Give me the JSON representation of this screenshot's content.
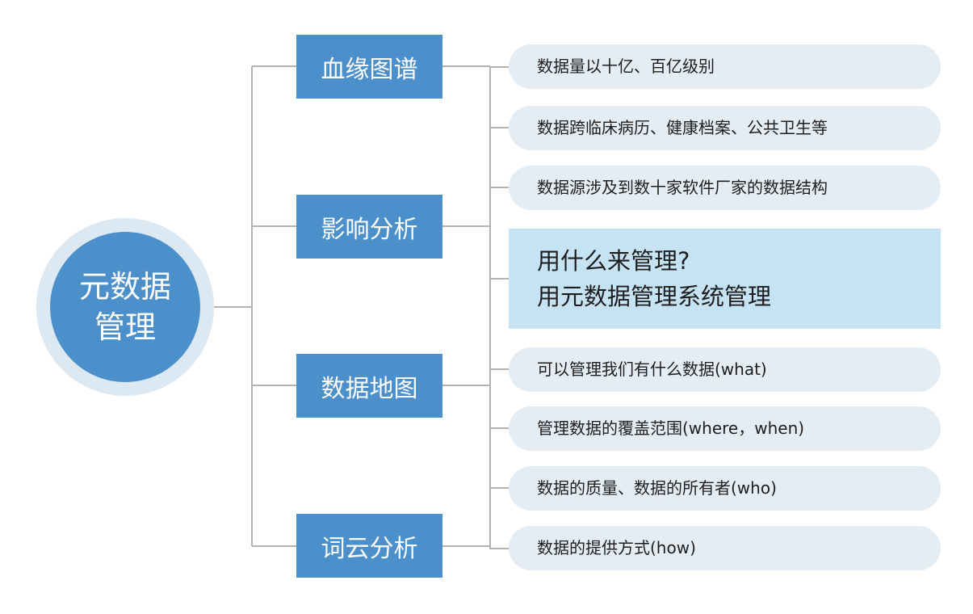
{
  "center": {
    "line1": "元数据",
    "line2": "管理"
  },
  "categories": [
    {
      "label": "血缘图谱"
    },
    {
      "label": "影响分析"
    },
    {
      "label": "数据地图"
    },
    {
      "label": "词云分析"
    }
  ],
  "items": [
    "数据量以十亿、百亿级别",
    "数据跨临床病历、健康档案、公共卫生等",
    "数据源涉及到数十家软件厂家的数据结构",
    "可以管理我们有什么数据(what)",
    "管理数据的覆盖范围(where，when)",
    "数据的质量、数据的所有者(who)",
    "数据的提供方式(how)"
  ],
  "highlight": {
    "line1": "用什么来管理?",
    "line2": "用元数据管理系统管理"
  },
  "colors": {
    "node_blue": "#4b8fcb",
    "halo": "#dde9f2",
    "pill": "#e5edf4",
    "highlight": "#c5e3f3",
    "line": "#b3b3b3"
  }
}
